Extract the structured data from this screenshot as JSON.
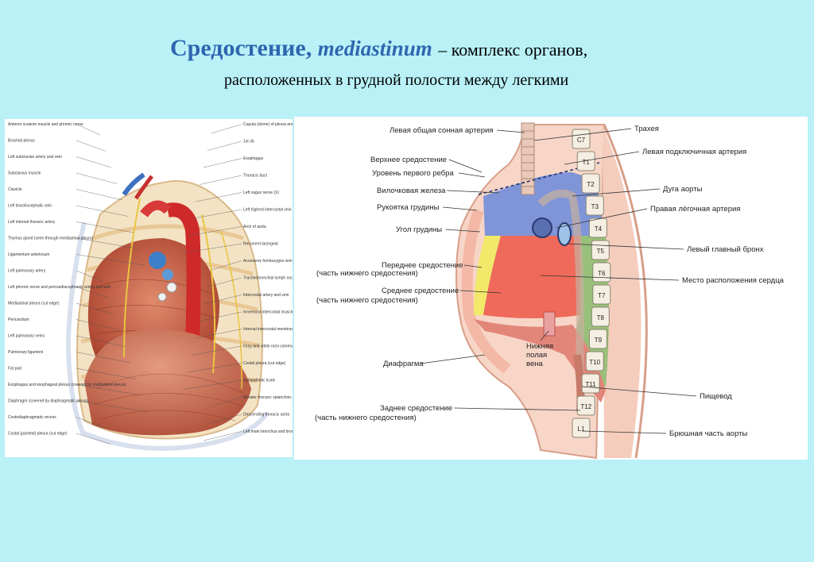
{
  "title": {
    "term": "Средостение,",
    "latin": "mediastinum",
    "rest": "– комплекс органов,",
    "line2": "расположенных в грудной полости между легкими"
  },
  "left_figure": {
    "labels_left": [
      "Anterior scalene muscle and phrenic nerve",
      "Brachial plexus",
      "Left subclavian artery and vein",
      "Subclavius muscle",
      "Clavicle",
      "Left brachiocephalic vein",
      "Left internal thoracic artery",
      "Thymus gland (seen through mediastinal pleura)",
      "Ligamentum arteriosum",
      "Left pulmonary artery",
      "Left phrenic nerve and pericardiacophrenic artery and vein",
      "Mediastinal pleura (cut edge)",
      "Pericardium",
      "Left pulmonary veins",
      "Pulmonary ligament",
      "Fat pad",
      "Esophagus and esophageal plexus (covered by mediastinal pleura)",
      "Diaphragm (covered by diaphragmatic pleura)",
      "Costodiaphragmatic recess",
      "Costal (parietal) pleura (cut edge)"
    ],
    "labels_right": [
      "Cupula (dome) of pleura and suprapleural membrane (Sibson's fascia)",
      "1st rib",
      "Esophagus",
      "Thoracic duct",
      "Left vagus nerve (X)",
      "Left highest intercostal vein",
      "Arch of aorta",
      "Recurrent laryngeal",
      "Accessory hemiazygos vein",
      "Tracheobronchial lymph nodes",
      "Intercostal artery and vein",
      "Innermost intercostal muscle",
      "Internal intercostal membrane external intercostal muscle",
      "Gray and white rami communicantes",
      "Costal pleura (cut edge)",
      "Sympathetic trunk",
      "Greater thoracic splanchnic",
      "Descending thoracic aorta",
      "Left main bronchus and bronchial"
    ]
  },
  "right_figure": {
    "labels_left": [
      "Левая общая сонная артерия",
      "Верхнее средостение",
      "Уровень первого ребра",
      "Вилочковая железа",
      "Рукоятка грудины",
      "Угол грудины",
      "Переднее средостение",
      "(часть нижнего средостения)",
      "Среднее средостение",
      "(часть нижнего средостения)",
      "Нижняя",
      "полая",
      "вена",
      "Диафрагма",
      "Заднее средостение",
      "(часть нижнего средостения)"
    ],
    "labels_right": [
      "Трахея",
      "Левая подключичная артерия",
      "Дуга аорты",
      "Правая лёгочная артерия",
      "Левый главный бронх",
      "Место расположения сердца",
      "Пищевод",
      "Брюшная часть аорты"
    ],
    "vertebrae": [
      "C7",
      "T1",
      "T2",
      "T3",
      "T4",
      "T5",
      "T6",
      "T7",
      "T8",
      "T9",
      "T10",
      "T11",
      "T12",
      "L1"
    ]
  },
  "colors": {
    "background": "#b9f1f7",
    "title_accent": "#2f66b0",
    "superior_mediastinum": "#7f95d8",
    "heart_region": "#ef6a5a",
    "anterior_mediastinum": "#f2e86a",
    "posterior_mediastinum": "#98c07a",
    "pleura": "#f4b8a6"
  }
}
